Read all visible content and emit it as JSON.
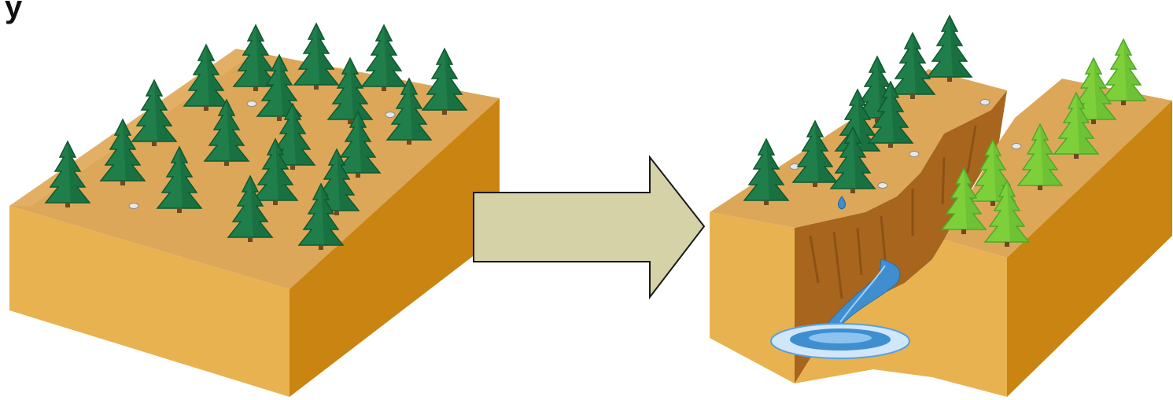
{
  "diagram": {
    "title_fragment": "y",
    "colors": {
      "soil_top": "#DDA75A",
      "soil_front": "#E8B250",
      "soil_side": "#C98412",
      "dark_tree": "#1F7E4A",
      "dark_tree_shade": "#0F5A30",
      "light_tree": "#7ED03A",
      "light_tree_shade": "#4FA82A",
      "arrow_fill": "#D4D2A6",
      "arrow_stroke": "#1A1A1A",
      "water": "#3F8FD0",
      "cliff": "#A8651E"
    },
    "panels": [
      {
        "id": "before",
        "description_icon": "forest-block-icon"
      },
      {
        "id": "after",
        "description_icon": "canyon-block-icon"
      }
    ],
    "arrow_icon": "right-arrow-icon"
  }
}
